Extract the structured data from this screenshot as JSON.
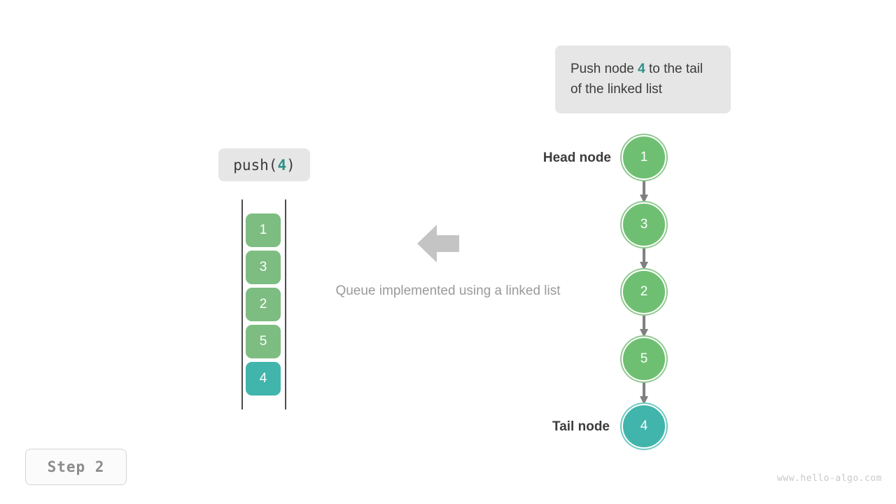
{
  "callout": {
    "text_before": "Push node ",
    "highlight": "4",
    "text_after": " to the tail of the linked list"
  },
  "operation": {
    "name": "push(",
    "arg": "4",
    "close": ")"
  },
  "queue": {
    "cells": [
      {
        "value": "1",
        "state": "normal"
      },
      {
        "value": "3",
        "state": "normal"
      },
      {
        "value": "2",
        "state": "normal"
      },
      {
        "value": "5",
        "state": "normal"
      },
      {
        "value": "4",
        "state": "active"
      }
    ]
  },
  "caption": "Queue implemented using a linked list",
  "linked_list": {
    "nodes": [
      {
        "value": "1",
        "state": "green"
      },
      {
        "value": "3",
        "state": "green"
      },
      {
        "value": "2",
        "state": "green"
      },
      {
        "value": "5",
        "state": "green"
      },
      {
        "value": "4",
        "state": "teal"
      }
    ],
    "head_label": "Head node",
    "tail_label": "Tail node"
  },
  "step_badge": "Step  2",
  "watermark": "www.hello-algo.com",
  "colors": {
    "node_green": "#6fbf73",
    "node_green_ring": "#8fc98f",
    "node_teal": "#41b5ac",
    "node_teal_ring": "#6ec9c1",
    "cell_green": "#7dbd81",
    "cell_teal": "#41b5ac",
    "accent_teal": "#2e9187",
    "arrow_gray": "#808080",
    "big_arrow_gray": "#c4c4c4",
    "box_gray": "#e6e6e6",
    "text_dark": "#3c3c3c",
    "text_muted": "#9a9a9a"
  }
}
